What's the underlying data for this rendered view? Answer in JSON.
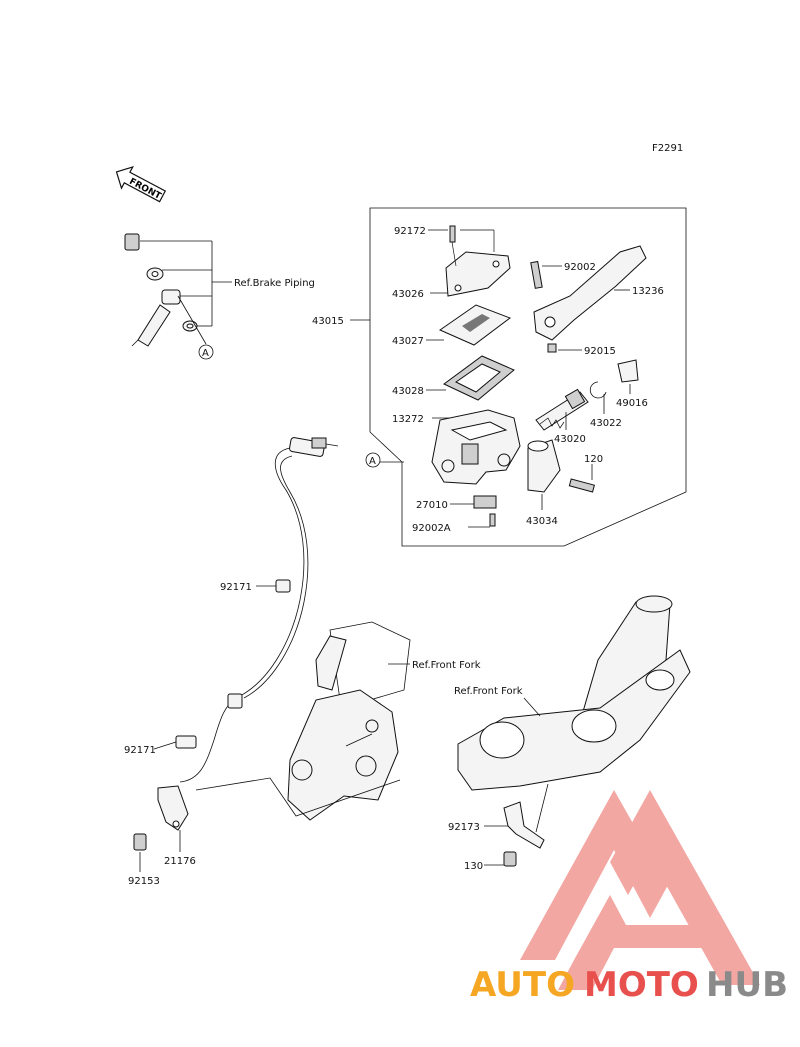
{
  "figure_code": "F2291",
  "front_arrow_text": "FRONT",
  "callout_symbol": "A",
  "refs": {
    "brake_piping": "Ref.Brake Piping",
    "front_fork_left": "Ref.Front Fork",
    "front_fork_right": "Ref.Front Fork"
  },
  "parts": {
    "p92172": "92172",
    "p43026": "43026",
    "p43015": "43015",
    "p43027": "43027",
    "p43028": "43028",
    "p13272": "13272",
    "p27010": "27010",
    "p92002A": "92002A",
    "p92002": "92002",
    "p13236": "13236",
    "p92015": "92015",
    "p49016": "49016",
    "p43022": "43022",
    "p43020": "43020",
    "p120": "120",
    "p43034": "43034",
    "p92171a": "92171",
    "p92171b": "92171",
    "p21176": "21176",
    "p92153": "92153",
    "p92173": "92173",
    "p130": "130"
  },
  "watermark": {
    "part1": "AUTO",
    "part2": "MOTO",
    "part3": "HUB",
    "color1": "#f5a623",
    "color2": "#e8504e",
    "color3": "#8a8a8a",
    "logo_color": "#f08a84"
  }
}
